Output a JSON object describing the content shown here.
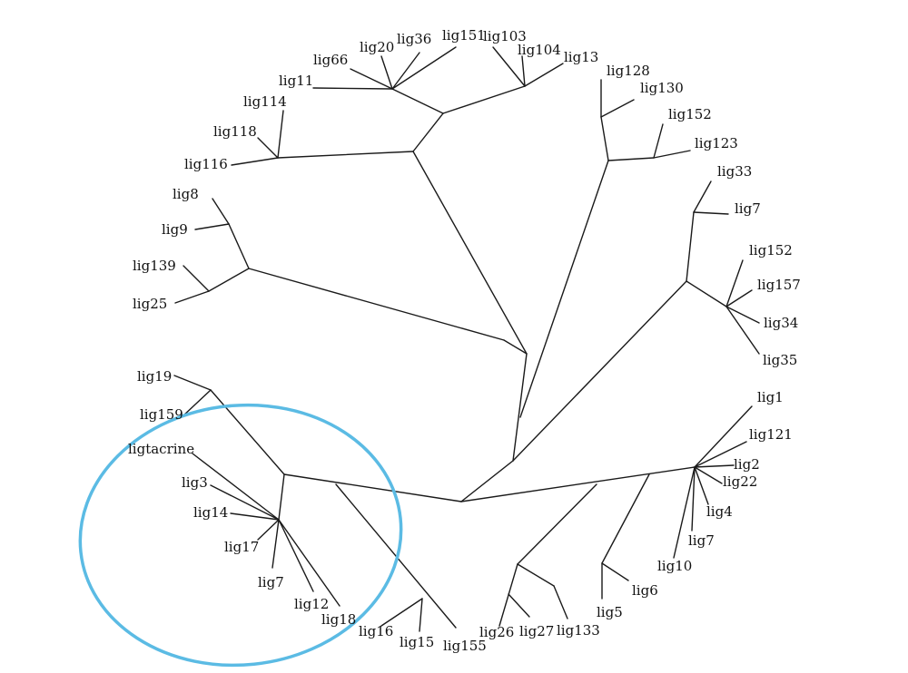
{
  "highlight_color": "#5bbbe4",
  "labels": {
    "lig20": "lig20",
    "lig36": "lig36",
    "lig151": "lig151",
    "lig103": "lig103",
    "lig104": "lig104",
    "lig13": "lig13",
    "lig66": "lig66",
    "lig11": "lig11",
    "lig114": "lig114",
    "lig118": "lig118",
    "lig116": "lig116",
    "lig128": "lig128",
    "lig130": "lig130",
    "lig152a": "lig152",
    "lig123": "lig123",
    "lig33": "lig33",
    "lig7a": "lig7",
    "lig152b": "lig152",
    "lig157": "lig157",
    "lig34": "lig34",
    "lig35": "lig35",
    "lig8": "lig8",
    "lig9": "lig9",
    "lig139": "lig139",
    "lig25": "lig25",
    "lig19": "lig19",
    "lig159": "lig159",
    "ligtacrine": "ligtacrine",
    "lig3": "lig3",
    "lig14": "lig14",
    "lig17": "lig17",
    "lig7b": "lig7",
    "lig12": "lig12",
    "lig18": "lig18",
    "lig16": "lig16",
    "lig15": "lig15",
    "lig155": "lig155",
    "lig26": "lig26",
    "lig27": "lig27",
    "lig133": "lig133",
    "lig5": "lig5",
    "lig6": "lig6",
    "lig10": "lig10",
    "lig7c": "lig7",
    "lig4": "lig4",
    "lig22": "lig22",
    "lig2": "lig2",
    "lig121": "lig121",
    "lig1": "lig1"
  }
}
